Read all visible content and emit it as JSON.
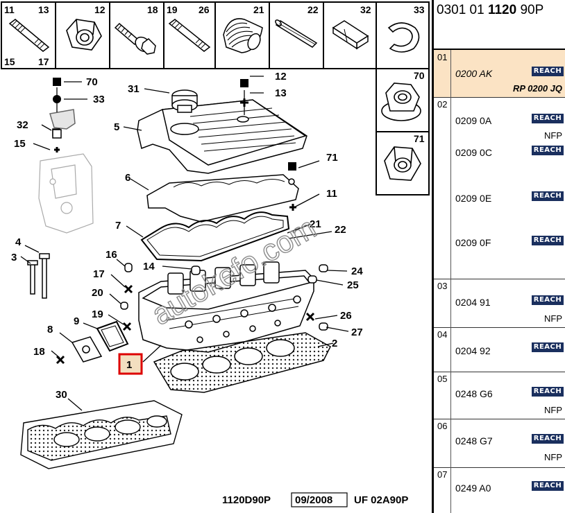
{
  "diagram": {
    "header_cells": [
      {
        "left_top": "11",
        "right_top": "13",
        "left_bottom": "15",
        "right_bottom": "17",
        "icon": "stud-icon"
      },
      {
        "left_top": "",
        "right_top": "12",
        "left_bottom": "",
        "right_bottom": "",
        "icon": "hex-nut-icon"
      },
      {
        "left_top": "",
        "right_top": "18",
        "left_bottom": "",
        "right_bottom": "",
        "icon": "flange-bolt-icon"
      },
      {
        "left_top": "19",
        "right_top": "26",
        "left_bottom": "",
        "right_bottom": "",
        "icon": "stud-icon"
      },
      {
        "left_top": "",
        "right_top": "21",
        "left_bottom": "",
        "right_bottom": "",
        "icon": "spring-sleeve-icon"
      },
      {
        "left_top": "",
        "right_top": "22",
        "left_bottom": "",
        "right_bottom": "",
        "icon": "pin-icon"
      },
      {
        "left_top": "",
        "right_top": "32",
        "left_bottom": "",
        "right_bottom": "",
        "icon": "bushing-icon"
      },
      {
        "left_top": "",
        "right_top": "33",
        "left_bottom": "",
        "right_bottom": "",
        "icon": "split-washer-icon"
      }
    ],
    "side_cells": [
      {
        "num": "70",
        "icon": "flange-nut-icon"
      },
      {
        "num": "71",
        "icon": "hex-nut-icon"
      }
    ],
    "callouts": [
      "70",
      "33",
      "32",
      "15",
      "31",
      "5",
      "12",
      "13",
      "6",
      "71",
      "11",
      "7",
      "21",
      "22",
      "4",
      "3",
      "16",
      "14",
      "17",
      "20",
      "19",
      "9",
      "8",
      "18",
      "1",
      "24",
      "25",
      "26",
      "27",
      "2",
      "30"
    ],
    "highlighted_callout": "1",
    "watermark": "autokefo.com",
    "footer": {
      "code": "1120D90P",
      "date": "09/2008",
      "ref": "UF 02A90P"
    }
  },
  "panel": {
    "title_prefix": "0301 01 ",
    "title_bold": "1120",
    "title_suffix": " 90P",
    "rows": [
      {
        "index": "01",
        "selected": true,
        "entries": [
          {
            "code": "0200 AK",
            "reach": "REACH",
            "note": "RP 0200 JQ"
          }
        ]
      },
      {
        "index": "02",
        "selected": false,
        "entries": [
          {
            "code": "0209 0A",
            "reach": "REACH",
            "note": "NFP"
          },
          {
            "code": "0209 0C",
            "reach": "REACH",
            "note": ""
          },
          {
            "code": "0209 0E",
            "reach": "REACH",
            "note": ""
          },
          {
            "code": "0209 0F",
            "reach": "REACH",
            "note": ""
          }
        ]
      },
      {
        "index": "03",
        "selected": false,
        "entries": [
          {
            "code": "0204 91",
            "reach": "REACH",
            "note": "NFP"
          }
        ]
      },
      {
        "index": "04",
        "selected": false,
        "entries": [
          {
            "code": "0204 92",
            "reach": "REACH",
            "note": ""
          }
        ]
      },
      {
        "index": "05",
        "selected": false,
        "entries": [
          {
            "code": "0248 G6",
            "reach": "REACH",
            "note": "NFP"
          }
        ]
      },
      {
        "index": "06",
        "selected": false,
        "entries": [
          {
            "code": "0248 G7",
            "reach": "REACH",
            "note": "NFP"
          }
        ]
      },
      {
        "index": "07",
        "selected": false,
        "entries": [
          {
            "code": "0249 A0",
            "reach": "REACH",
            "note": ""
          }
        ]
      }
    ]
  }
}
